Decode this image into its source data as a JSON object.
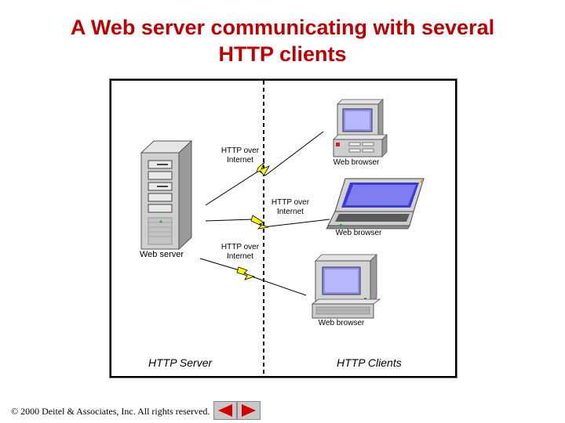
{
  "title": {
    "line1": "A Web server communicating with several",
    "line2": "HTTP clients"
  },
  "diagram": {
    "server_label": "Web server",
    "server_section": "HTTP Server",
    "clients_section": "HTTP Clients",
    "links": [
      {
        "line1": "HTTP over",
        "line2": "Internet"
      },
      {
        "line1": "HTTP over",
        "line2": "Internet"
      },
      {
        "line1": "HTTP over",
        "line2": "Internet"
      }
    ],
    "clients": [
      {
        "label": "Web browser"
      },
      {
        "label": "Web browser"
      },
      {
        "label": "Web browser"
      }
    ]
  },
  "footer": {
    "copyright": "© 2000 Deitel & Associates, Inc.  All rights reserved."
  },
  "nav": {
    "prev_color": "#d40000",
    "next_color": "#d40000"
  }
}
